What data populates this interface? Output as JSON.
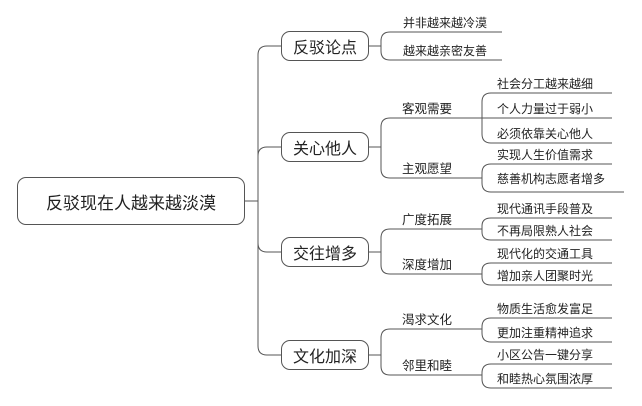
{
  "root": "反驳现在人越来越淡漠",
  "branches": [
    {
      "title": "反驳论点",
      "leaves": [
        "并非越来越冷漠",
        "越来越亲密友善"
      ]
    },
    {
      "title": "关心他人",
      "groups": [
        {
          "label": "客观需要",
          "leaves": [
            "社会分工越来越细",
            "个人力量过于弱小",
            "必须依靠关心他人"
          ]
        },
        {
          "label": "主观愿望",
          "leaves": [
            "实现人生价值需求",
            "慈善机构志愿者增多"
          ]
        }
      ]
    },
    {
      "title": "交往增多",
      "groups": [
        {
          "label": "广度拓展",
          "leaves": [
            "现代通讯手段普及",
            "不再局限熟人社会"
          ]
        },
        {
          "label": "深度增加",
          "leaves": [
            "现代化的交通工具",
            "增加亲人团聚时光"
          ]
        }
      ]
    },
    {
      "title": "文化加深",
      "groups": [
        {
          "label": "渴求文化",
          "leaves": [
            "物质生活愈发富足",
            "更加注重精神追求"
          ]
        },
        {
          "label": "邻里和睦",
          "leaves": [
            "小区公告一键分享",
            "和睦热心氛围浓厚"
          ]
        }
      ]
    }
  ]
}
